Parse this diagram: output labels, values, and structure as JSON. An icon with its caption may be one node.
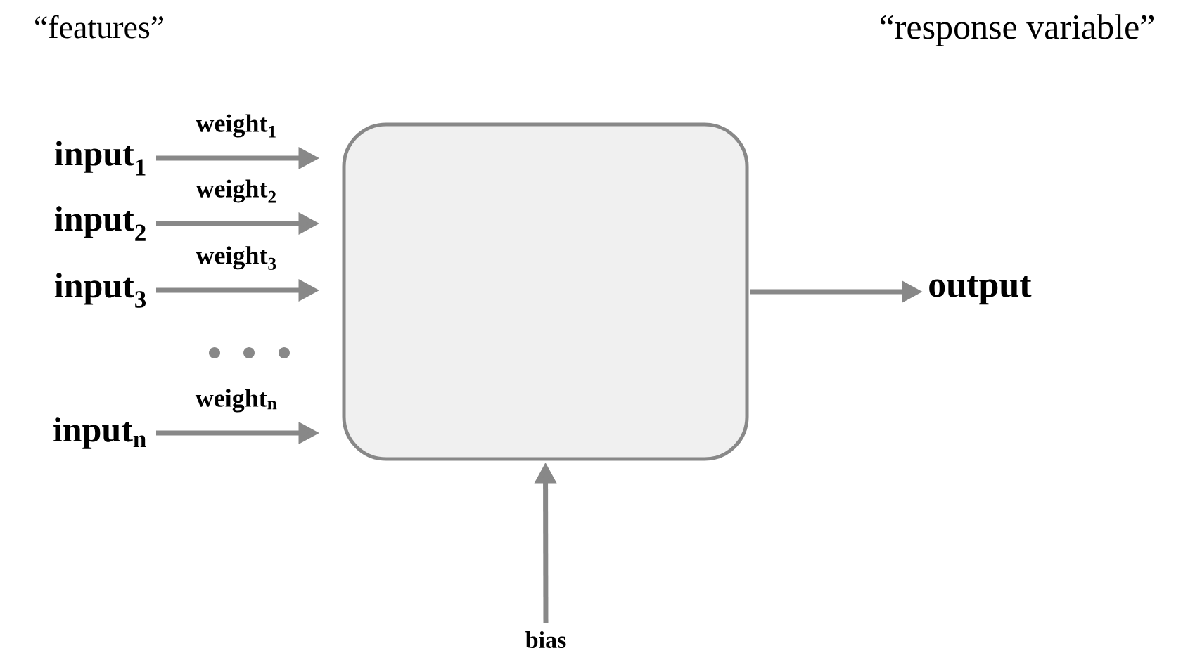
{
  "diagram": {
    "nodes": [
      {
        "text": [
          "input$_{1}$"
        ]
      },
      {
        "text": [
          "input$_{2}$"
        ]
      },
      {
        "text": [
          "input$_{3}$"
        ]
      },
      {
        "text": [
          "input$_{n}$"
        ]
      },
      {
        "text": [],
        "shape": "box"
      },
      {
        "text": [
          "output"
        ]
      },
      {
        "text": [
          "bias"
        ]
      }
    ],
    "edges": [
      {
        "from": 0,
        "to": 4,
        "arrow": "to",
        "label": "weight$_{1}$"
      },
      {
        "from": 1,
        "to": 4,
        "arrow": "to",
        "label": "weight$_{2}$"
      },
      {
        "from": 2,
        "to": 4,
        "arrow": "to",
        "label": "weight$_{3}$"
      },
      {
        "from": 3,
        "to": 4,
        "arrow": "to",
        "label": "weight$_{n}$"
      },
      {
        "from": 4,
        "to": 5,
        "arrow": "to"
      },
      {
        "from": 6,
        "to": 4,
        "arrow": "to"
      }
    ],
    "labels": [
      "“features”",
      "“response variable”"
    ]
  }
}
